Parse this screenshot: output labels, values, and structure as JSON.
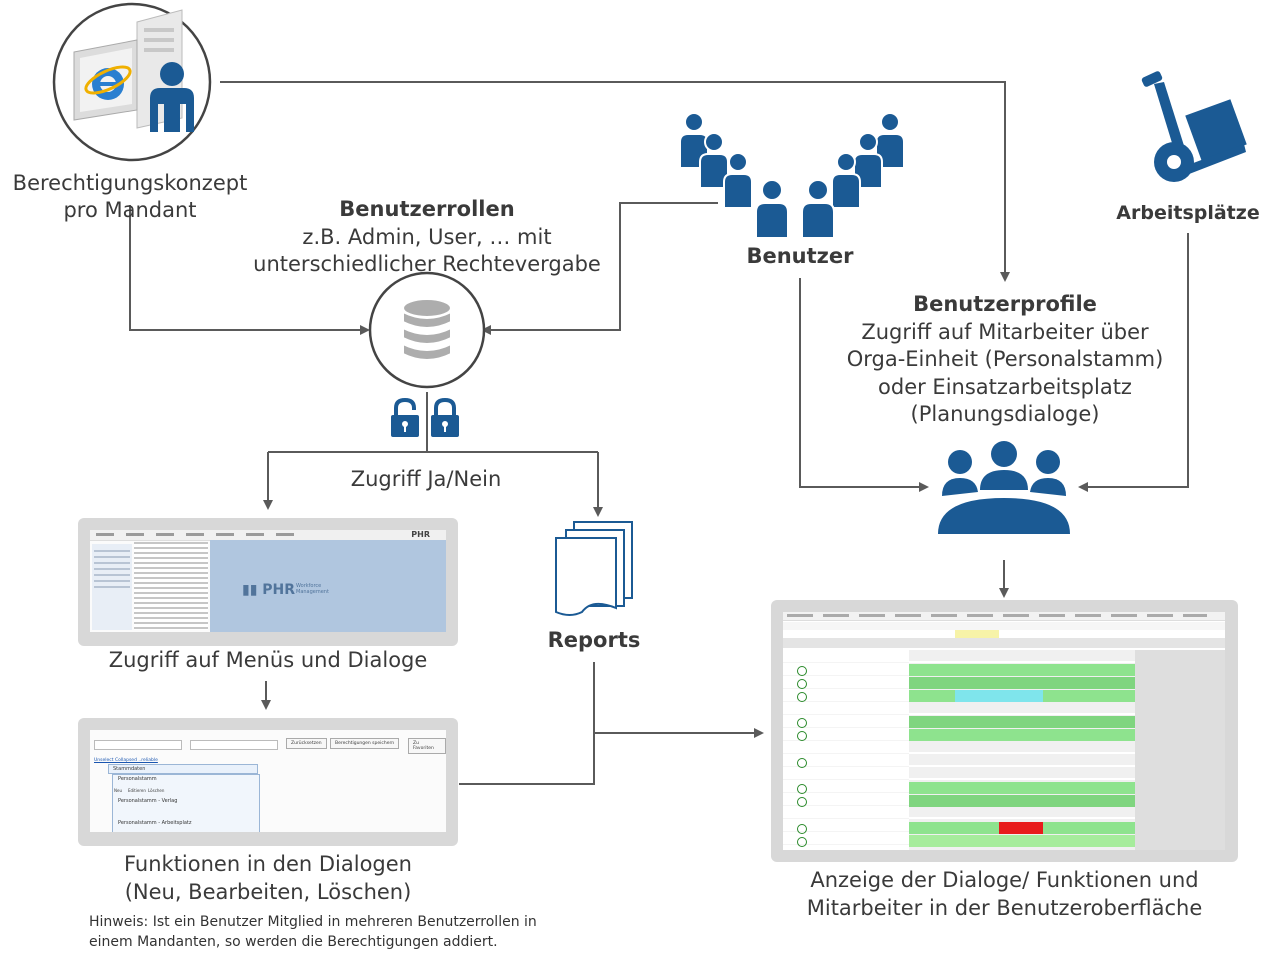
{
  "colors": {
    "accent": "#1b5a94",
    "line": "#5a5a5a",
    "frame": "#d8d8d8"
  },
  "mandant": {
    "title": "Berechtigungskonzept",
    "subtitle": "pro Mandant",
    "icon": "computer-user-icon"
  },
  "rollen": {
    "title": "Benutzerrollen",
    "line1": "z.B. Admin, User, … mit",
    "line2": "unterschiedlicher Rechtevergabe",
    "icon": "database-icon"
  },
  "benutzer": {
    "label": "Benutzer",
    "icon": "users-group-icon"
  },
  "arbeitsplaetze": {
    "label": "Arbeitsplätze",
    "icon": "hand-truck-icon"
  },
  "profile": {
    "title": "Benutzerprofile",
    "lines": [
      "Zugriff auf Mitarbeiter über",
      "Orga-Einheit (Personalstamm)",
      "oder Einsatzarbeitsplatz",
      "(Planungsdialoge)"
    ],
    "icon": "meeting-group-icon"
  },
  "zugriff": {
    "label": "Zugriff Ja/Nein",
    "icon": "padlock-icon"
  },
  "menus": {
    "caption": "Zugriff auf Menüs und Dialoge",
    "brand": "PHR",
    "logo_text": "PHR",
    "logo_sub1": "Workforce",
    "logo_sub2": "Management"
  },
  "funktionen": {
    "caption1": "Funktionen in den Dialogen",
    "caption2": "(Neu, Bearbeiten, Löschen)",
    "btn1": "Zurücksetzen",
    "btn2": "Berechtigungen speichern",
    "btn3": "Zu Favoriten",
    "tree_link": "Unselect Collapsed ..reliable",
    "tree_root": "Stammdaten",
    "groups": [
      "Personalstamm",
      "Personalstamm - Verlag",
      "Personalstamm - Arbeitsplatz"
    ],
    "actions": [
      "Neu",
      "Editieren",
      "Löschen"
    ]
  },
  "reports": {
    "label": "Reports",
    "icon": "documents-stack-icon"
  },
  "anzeige": {
    "line1": "Anzeige der Dialoge/ Funktionen und",
    "line2": "Mitarbeiter in der Benutzeroberfläche"
  },
  "hinweis": {
    "line1": "Hinweis: Ist ein Benutzer Mitglied in mehreren Benutzerrollen in",
    "line2": "einem Mandanten, so werden die Berechtigungen addiert."
  }
}
